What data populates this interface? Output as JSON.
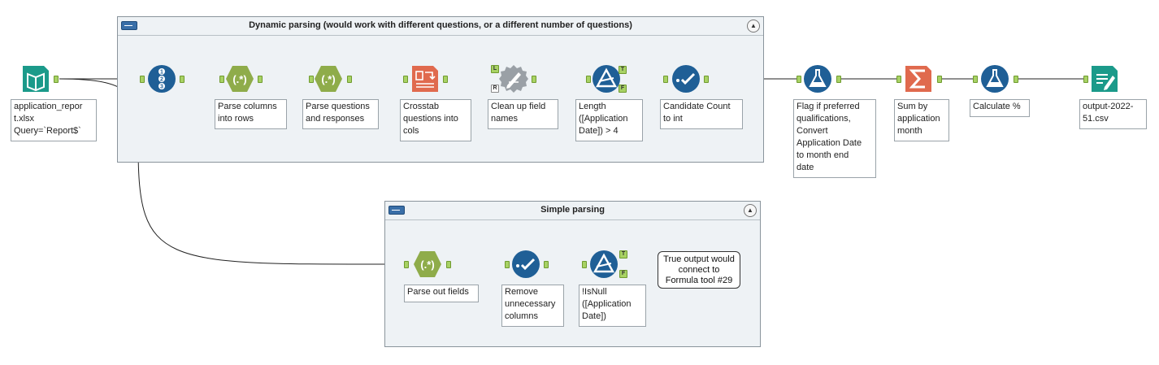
{
  "containers": {
    "dynamic": {
      "title": "Dynamic parsing  (would work with  different questions, or a different number of questions)"
    },
    "simple": {
      "title": "Simple parsing"
    }
  },
  "tools": {
    "input": {
      "icon": "book-icon",
      "label": "application_repor\nt.xlsx\nQuery=`Report$`"
    },
    "record_id": {
      "icon": "record-id-icon",
      "label": ""
    },
    "regex1": {
      "icon": "regex-icon",
      "label": "Parse columns\ninto rows"
    },
    "regex2": {
      "icon": "regex-icon",
      "label": "Parse questions\nand responses"
    },
    "crosstab": {
      "icon": "crosstab-icon",
      "label": "Crosstab\nquestions into\ncols"
    },
    "dynrename": {
      "icon": "dynamic-rename-icon",
      "label": "Clean up field\nnames"
    },
    "filter1": {
      "icon": "filter-icon",
      "label": "Length\n([Application\nDate]) > 4"
    },
    "select1": {
      "icon": "select-icon",
      "label": "Candidate Count\nto int"
    },
    "formula1": {
      "icon": "formula-icon",
      "label": "Flag if preferred\nqualifications,\nConvert\nApplication Date\nto month end\ndate"
    },
    "summarize": {
      "icon": "summarize-icon",
      "label": "Sum by\napplication\nmonth"
    },
    "formula2": {
      "icon": "formula-icon",
      "label": "Calculate %"
    },
    "output": {
      "icon": "output-icon",
      "label": "output-2022-\n51.csv"
    },
    "regex3": {
      "icon": "regex-icon",
      "label": "Parse out fields"
    },
    "select2": {
      "icon": "select-icon",
      "label": "Remove\nunnecessary\ncolumns"
    },
    "filter2": {
      "icon": "filter-icon",
      "label": "!IsNull\n([Application\nDate])"
    }
  },
  "anchors": {
    "true": "T",
    "false": "F",
    "left": "L",
    "right": "R"
  },
  "comment": {
    "text": "True output would\nconnect to\nFormula tool #29"
  },
  "colors": {
    "input": "#1b9a8a",
    "blue": "#1f5f96",
    "regex": "#8fac4a",
    "crosstab": "#e06a4e",
    "rename": "#9aa0a6",
    "summarize": "#e06a4e",
    "output": "#1b9a8a",
    "wire": "#222222"
  }
}
